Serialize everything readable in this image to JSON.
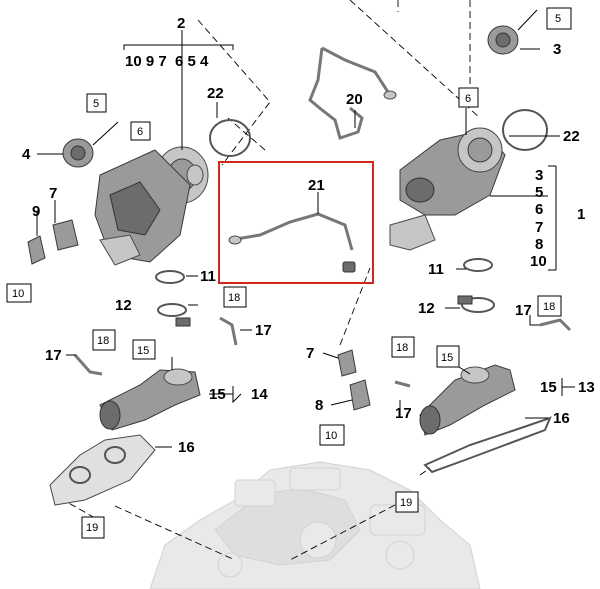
{
  "diagram": {
    "callouts": {
      "c2": "2",
      "c2_sub": "10 9 7  6 5 4",
      "c22_left": "22",
      "c4": "4",
      "c9": "9",
      "c7_left": "7",
      "c11_left": "11",
      "c12_left": "12",
      "c17_left": "17",
      "c17_mid": "17",
      "c15_left": "15",
      "c14": "14",
      "c16_left": "16",
      "c21": "21",
      "c20": "20",
      "c3_top": "3",
      "c22_right": "22",
      "c_right_list": [
        "3",
        "5",
        "6",
        "7",
        "8",
        "10"
      ],
      "c1": "1",
      "c11_right": "11",
      "c12_right": "12",
      "c17_right": "17",
      "c7_mid": "7",
      "c8": "8",
      "c17_mid2": "17",
      "c15_right": "15",
      "c13": "13",
      "c16_right": "16"
    },
    "boxes": {
      "b5_top": "5",
      "b5_left": "5",
      "b6_left": "6",
      "b6_right": "6",
      "b10_left": "10",
      "b18_a": "18",
      "b18_b": "18",
      "b15_left": "15",
      "b15_right": "15",
      "b18_c": "18",
      "b18_d": "18",
      "b10_mid": "10",
      "b19_left": "19",
      "b19_right": "19"
    }
  }
}
